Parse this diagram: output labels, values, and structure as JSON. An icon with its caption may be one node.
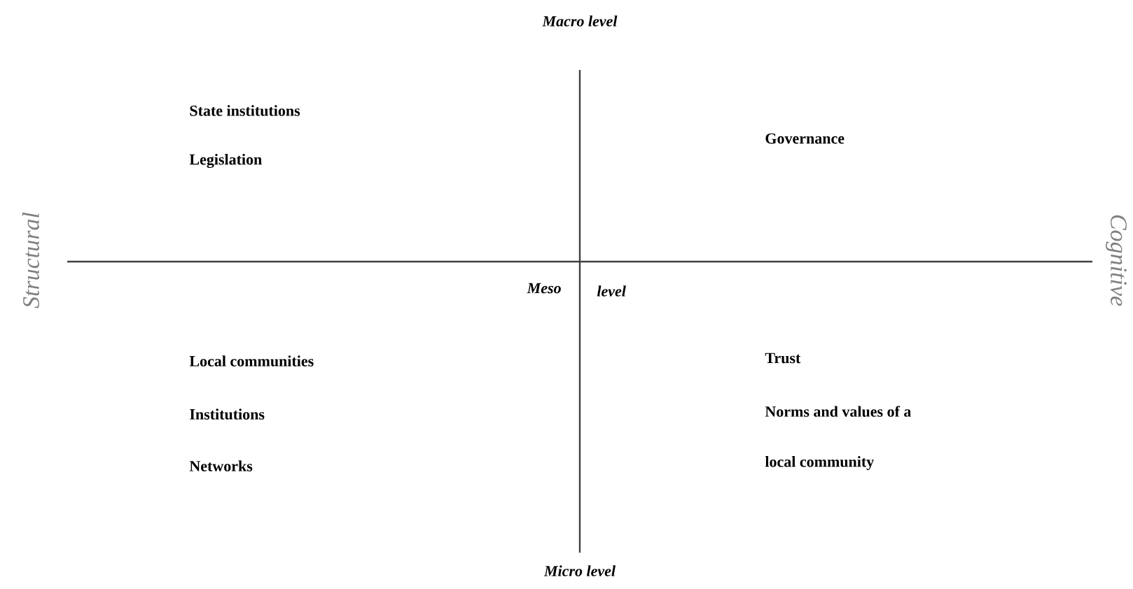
{
  "diagram": {
    "labels": [
      "Macro level",
      "State institutions",
      "Legislation",
      "Governance",
      "Structural",
      "Cognitive",
      "Meso",
      "level",
      "Local communities",
      "Institutions",
      "Networks",
      "Trust",
      "Norms and values of a",
      "local community",
      "Micro level"
    ]
  }
}
